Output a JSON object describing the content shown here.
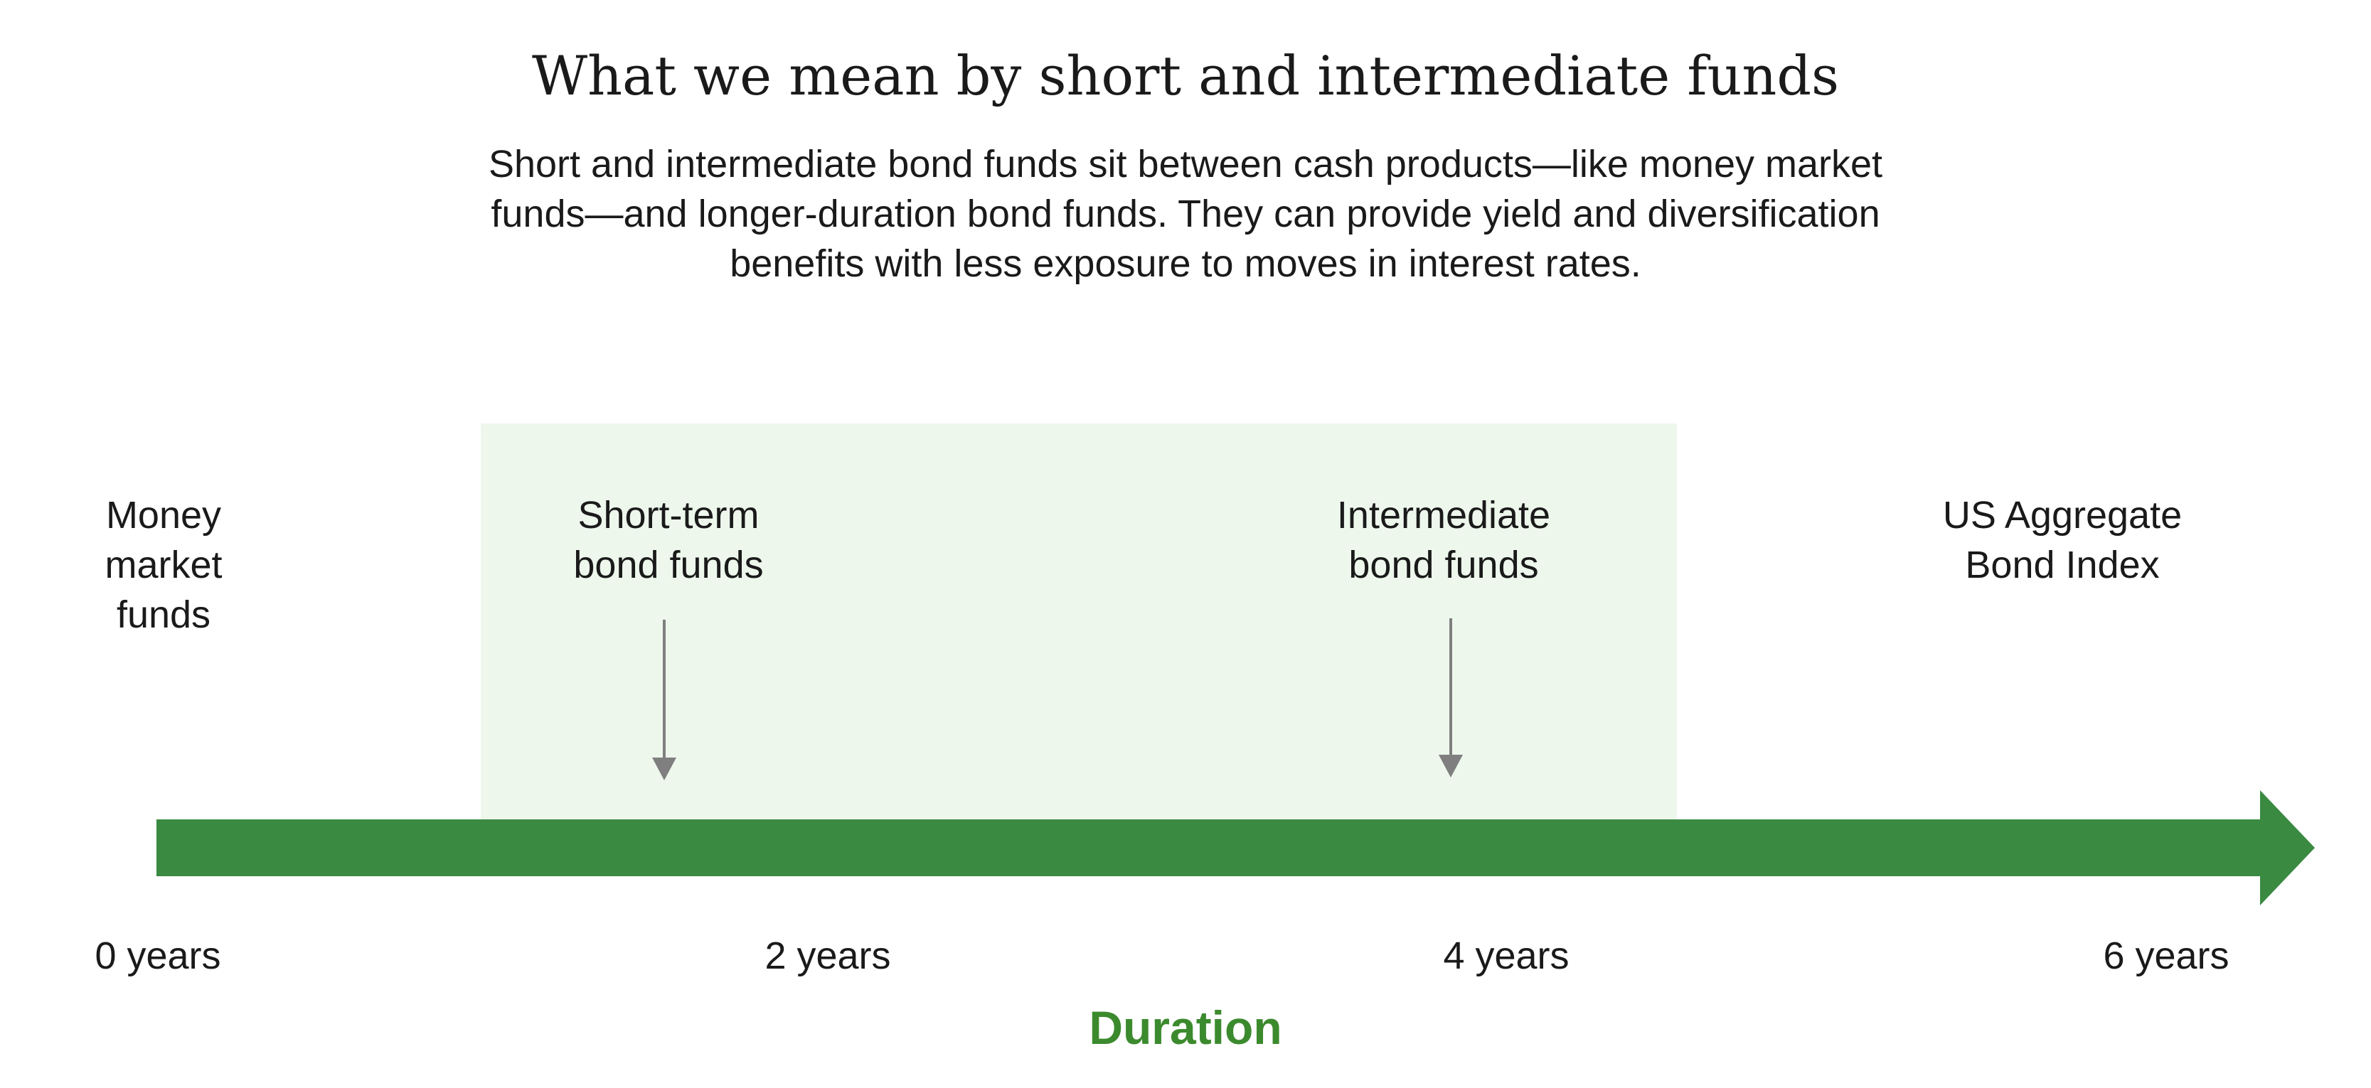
{
  "title": "What we mean by short and intermediate funds",
  "subtitle": "Short and intermediate bond funds sit between cash products—like money market funds—and longer-duration bond funds. They can provide yield and diversification benefits with less exposure to moves in interest rates.",
  "categories": {
    "money_market": "Money\nmarket\nfunds",
    "short_term": "Short-term\nbond funds",
    "intermediate": "Intermediate\nbond funds",
    "us_aggregate": "US Aggregate\nBond Index"
  },
  "axis": {
    "ticks": [
      "0 years",
      "2 years",
      "4 years",
      "6 years"
    ],
    "title": "Duration"
  },
  "colors": {
    "arrow": "#3a8a42",
    "band": "#edf7ec",
    "pointer": "#7f7f7f",
    "axis_title": "#3c8a2e"
  }
}
